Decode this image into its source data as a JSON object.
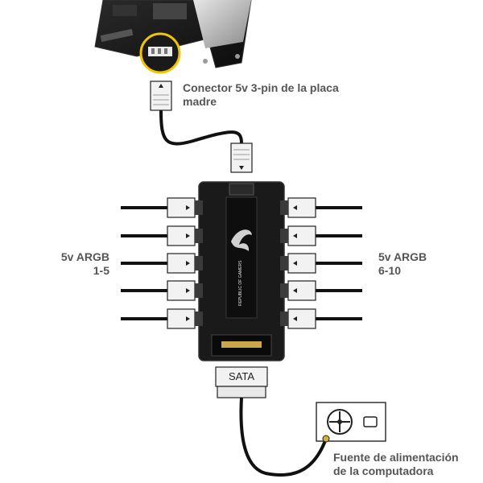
{
  "labels": {
    "connector": [
      "Conector 5v 3-pin de la placa",
      "madre"
    ],
    "argb_left": [
      "5v ARGB",
      "1-5"
    ],
    "argb_right": [
      "5v ARGB",
      "6-10"
    ],
    "sata": "SATA",
    "psu": [
      "Fuente de alimentación",
      "de la computadora"
    ],
    "hub_logo": [
      "REPUBLIC OF",
      "GAMERS"
    ]
  },
  "colors": {
    "pcb": "#1a1a1a",
    "cable": "#111111",
    "connector": "#f2f2f2",
    "text": "#555555"
  }
}
